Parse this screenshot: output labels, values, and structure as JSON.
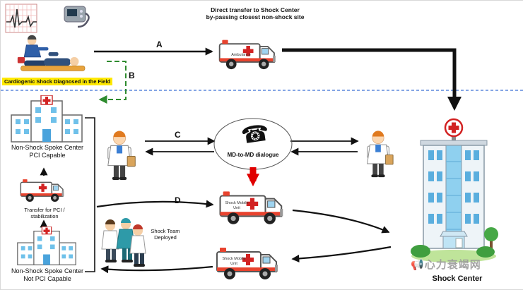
{
  "accent_colors": {
    "divider_blue": "#3b6fd4",
    "arrow_green": "#2e8b2e",
    "alert_red": "#e00000",
    "highlight_yellow": "#ffe900"
  },
  "header": {
    "direct_transfer_line1": "Direct transfer to Shock Center",
    "direct_transfer_line2": "by-passing closest non-shock site",
    "field_diagnosis": "Cardiogenic Shock Diagnosed in the Field"
  },
  "route_labels": {
    "a": "A",
    "b": "B",
    "c": "C",
    "d": "D"
  },
  "vehicles": {
    "ambulance": "Ambulance",
    "shock_mobile_unit_1": "Shock Mobile Unit",
    "shock_mobile_unit_2": "Shock Mobile Unit"
  },
  "dialogue": {
    "md_to_md": "MD-to-MD dialogue"
  },
  "facilities": {
    "spoke_pci_line1": "Non-Shock Spoke Center",
    "spoke_pci_line2": "PCI Capable",
    "transfer_line1": "Transfer for PCI /",
    "transfer_line2": "stabilization",
    "spoke_non_pci_line1": "Non-Shock Spoke Center",
    "spoke_non_pci_line2": "Not PCI Capable",
    "shock_center": "Shock Center"
  },
  "team": {
    "line1": "Shock Team",
    "line2": "Deployed"
  },
  "icons": {
    "phone": "☎",
    "megaphone": "📢"
  },
  "watermark": "心力衰竭网"
}
